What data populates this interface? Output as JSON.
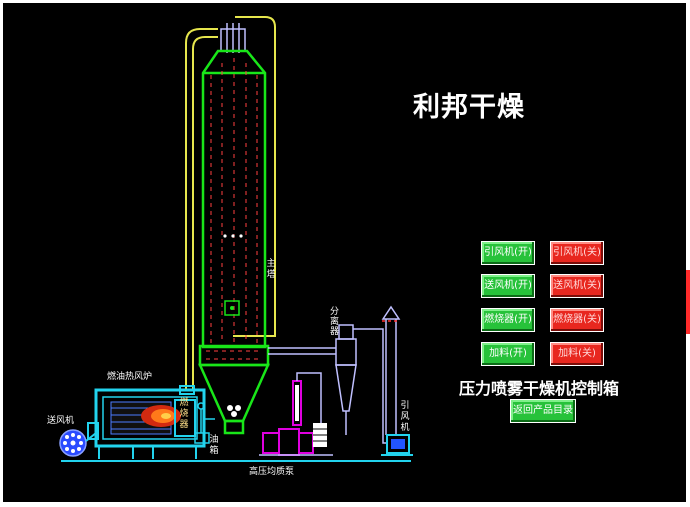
{
  "brand": "利邦干燥",
  "subtitle": "压力喷雾干燥机控制箱",
  "controls": {
    "induced_fan_on": "引风机(开)",
    "induced_fan_off": "引风机(关)",
    "blower_on": "送风机(开)",
    "blower_off": "送风机(关)",
    "burner_on": "燃烧器(开)",
    "burner_off": "燃烧器(关)",
    "feed_on": "加料(开)",
    "feed_off": "加料(关)",
    "back_to_catalog": "返回产品目录"
  },
  "labels": {
    "tower": "主塔",
    "separator": "分离器",
    "heater": "燃油热风炉",
    "blower": "送风机",
    "burner": "燃烧器",
    "oil_tank": "油箱",
    "pump": "高压均质泵",
    "induced_fan": "引风机"
  },
  "colors": {
    "tower": "#19e619",
    "duct": "#e6e64d",
    "heater": "#22d3ee",
    "pump": "#e000e0",
    "on": "#27c23a",
    "off": "#e8271f"
  }
}
